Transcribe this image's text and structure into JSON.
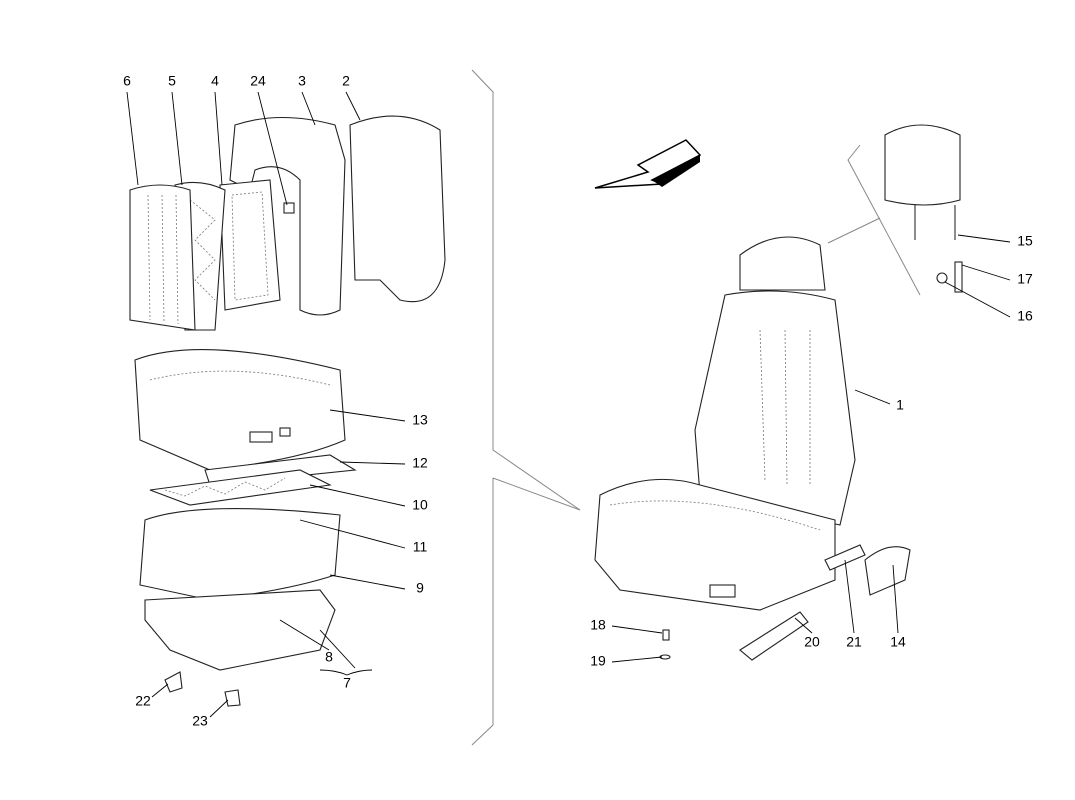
{
  "diagram": {
    "type": "exploded parts diagram",
    "callouts": {
      "c1": "1",
      "c2": "2",
      "c3": "3",
      "c4": "4",
      "c5": "5",
      "c6": "6",
      "c7": "7",
      "c8": "8",
      "c9": "9",
      "c10": "10",
      "c11": "11",
      "c12": "12",
      "c13": "13",
      "c14": "14",
      "c15": "15",
      "c16": "16",
      "c17": "17",
      "c18": "18",
      "c19": "19",
      "c20": "20",
      "c21": "21",
      "c22": "22",
      "c23": "23",
      "c24": "24"
    }
  }
}
